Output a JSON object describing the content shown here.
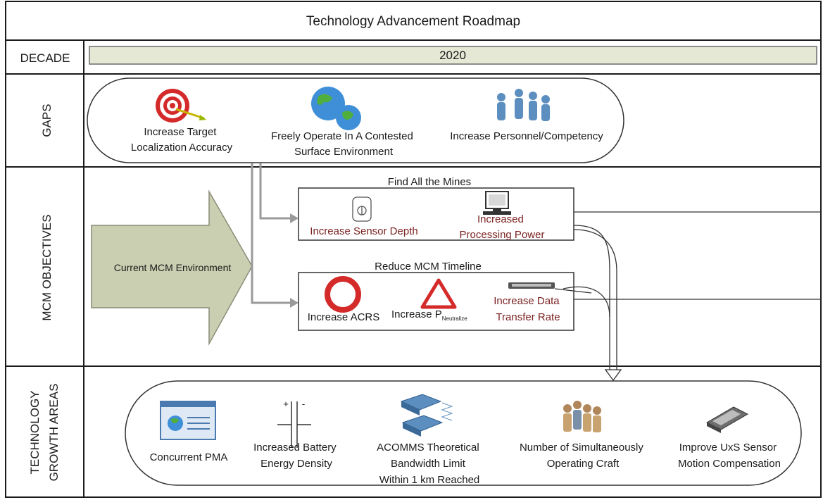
{
  "title": "Technology Advancement Roadmap",
  "decade": {
    "label": "DECADE",
    "value": "2020"
  },
  "gaps": {
    "row_label": "GAPS",
    "items": [
      {
        "icon": "target-icon",
        "lines": [
          "Increase Target",
          "Localization Accuracy"
        ]
      },
      {
        "icon": "globe-icon",
        "lines": [
          "Freely Operate In A Contested",
          "Surface Environment"
        ]
      },
      {
        "icon": "personnel-icon",
        "lines": [
          "Increase Personnel/Competency"
        ]
      }
    ]
  },
  "objectives": {
    "row_label": "MCM OBJECTIVES",
    "current": "Current MCM Environment",
    "find": {
      "title": "Find All the Mines",
      "items": [
        {
          "icon": "sensor-depth-icon",
          "lines": [
            "Increase Sensor Depth"
          ]
        },
        {
          "icon": "computer-icon",
          "lines": [
            "Increased",
            "Processing Power"
          ]
        }
      ]
    },
    "reduce": {
      "title": "Reduce MCM Timeline",
      "items": [
        {
          "icon": "circle-icon",
          "lines": [
            "Increase ACRS"
          ]
        },
        {
          "icon": "triangle-icon",
          "lines": [
            "Increase P"
          ],
          "subscript": "Neutralize"
        },
        {
          "icon": "data-transfer-icon",
          "lines": [
            "Increase Data",
            "Transfer Rate"
          ]
        }
      ]
    }
  },
  "growth": {
    "row_label_lines": [
      "TECHNOLOGY",
      "GROWTH AREAS"
    ],
    "items": [
      {
        "icon": "pma-window-icon",
        "lines": [
          "Concurrent PMA"
        ]
      },
      {
        "icon": "battery-icon",
        "lines": [
          "Increased Battery",
          "Energy Density"
        ],
        "symbols": [
          "+",
          "-"
        ]
      },
      {
        "icon": "acomms-icon",
        "lines": [
          "ACOMMS Theoretical",
          "Bandwidth Limit",
          "Within 1 km Reached"
        ]
      },
      {
        "icon": "craft-group-icon",
        "lines": [
          "Number of Simultaneously",
          "Operating Craft"
        ]
      },
      {
        "icon": "sensor-device-icon",
        "lines": [
          "Improve UxS Sensor",
          "Motion Compensation"
        ]
      }
    ]
  },
  "colors": {
    "decade_bar": "#e4e8d4",
    "arrow_fill": "#c9cfb0",
    "red_icon": "#d42a2a",
    "red_text": "#7a1f1f",
    "connector": "#9a9a9a"
  }
}
